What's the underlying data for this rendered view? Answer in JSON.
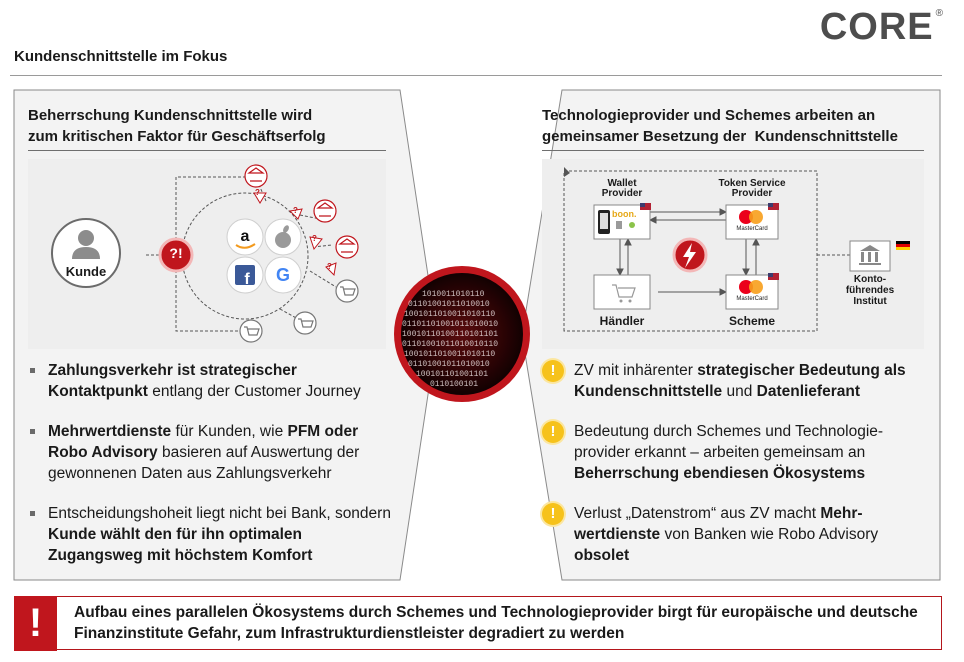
{
  "brand": {
    "logo": "CORE",
    "registered": "®"
  },
  "page": {
    "title": "Kundenschnittstelle im Fokus"
  },
  "left": {
    "heading_line1": "Beherrschung Kundenschnittstelle wird",
    "heading_line2": "zum kritischen Faktor für Geschäftserfolg",
    "diagram": {
      "customer_label": "Kunde",
      "question_badge": "?!",
      "question_mark": "?",
      "platforms": [
        "amazon",
        "apple",
        "facebook",
        "google"
      ]
    },
    "bullets": [
      {
        "b1": "Zahlungsverkehr ist strategischer Kontaktpunkt",
        "t1": " entlang der Customer Journey"
      },
      {
        "b1": "Mehrwertdienste",
        "t1": " für Kunden, wie ",
        "b2": "PFM oder Robo Advisory",
        "t2": " basieren auf Auswertung der gewonnenen Daten aus Zahlungsverkehr"
      },
      {
        "t1": "Entscheidungshoheit liegt nicht bei Bank, sondern ",
        "b1": "Kunde wählt den für ihn optimalen Zugangsweg mit höchstem Komfort"
      }
    ]
  },
  "right": {
    "heading_line1": "Technologieprovider und Schemes arbeiten an",
    "heading_line2": "gemeinsamer Besetzung der  Kundenschnittstelle",
    "diagram": {
      "wallet_line1": "Wallet",
      "wallet_line2": "Provider",
      "wallet_brand": "boon.",
      "tsp_line1": "Token Service",
      "tsp_line2": "Provider",
      "mastercard": "MasterCard",
      "merchant": "Händler",
      "scheme": "Scheme",
      "bank_line1": "Konto-",
      "bank_line2": "führendes",
      "bank_line3": "Institut"
    },
    "warn_icon": "!",
    "bullets": [
      {
        "t1": "ZV mit inhärenter ",
        "b1": "strategischer Bedeutung als Kundenschnittstelle",
        "t2": " und ",
        "b2": "Datenlieferant"
      },
      {
        "t1": "Bedeutung durch Schemes und Technologie-provider erkannt – arbeiten gemeinsam an ",
        "b1": "Beherrschung ebendiesen Ökosystems"
      },
      {
        "t1": "Verlust „Datenstrom“ aus ZV macht ",
        "b1": "Mehr-wertdienste",
        "t2": " von Banken wie Robo Advisory ",
        "b2": "obsolet"
      }
    ]
  },
  "bottom": {
    "mark": "!",
    "text": "Aufbau eines parallelen Ökosystems durch Schemes und Technologieprovider birgt für europäische und deutsche Finanzinstitute Gefahr, zum Infrastrukturdienstleister degradiert zu werden"
  },
  "colors": {
    "accent_red": "#c0161d",
    "warn_yellow": "#f6c21b",
    "panel_gray": "#f2f2f2",
    "logo_gray": "#4d4d4d"
  }
}
